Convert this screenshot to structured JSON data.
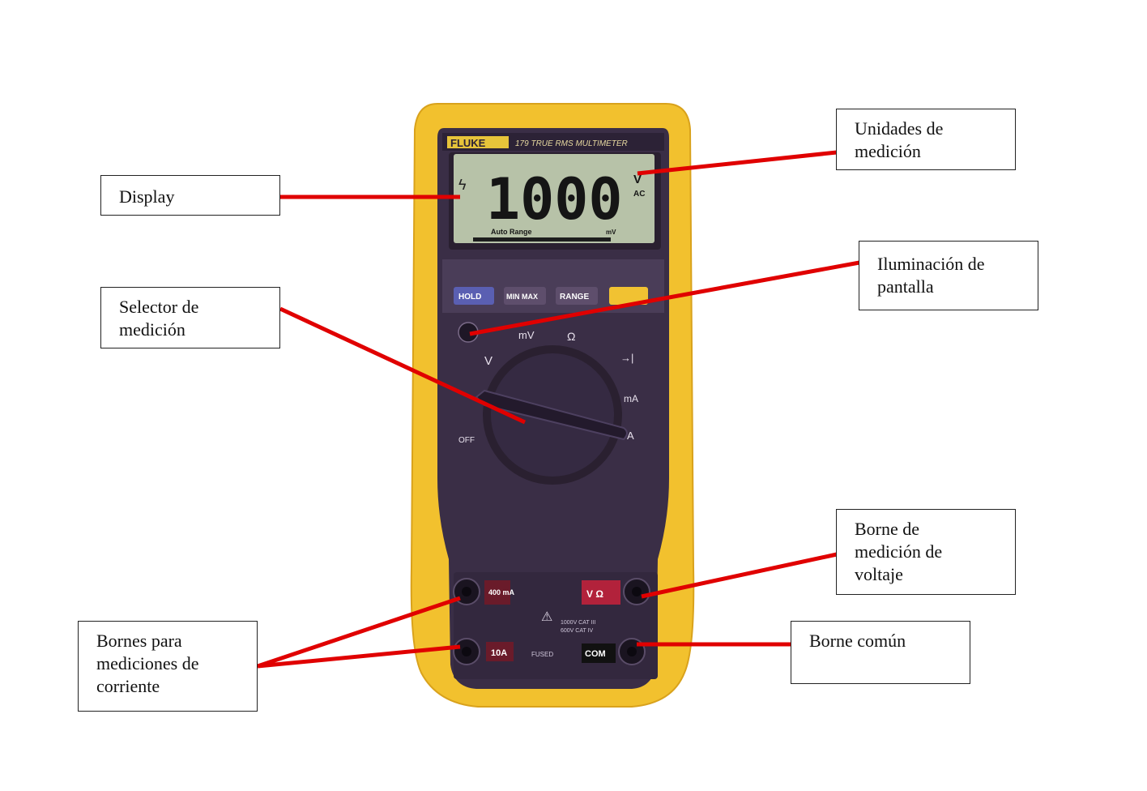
{
  "meter": {
    "brand": "FLUKE",
    "model_strip": "179 TRUE RMS MULTIMETER",
    "display_value": "1000",
    "display_unit_v": "V",
    "display_unit_ac": "AC",
    "display_status": "Auto Range",
    "display_corner": "mV",
    "buttons": [
      "HOLD",
      "MIN MAX",
      "RANGE"
    ],
    "dial_off": "OFF",
    "terminal_a_label": "400 mA",
    "terminal_10a_label": "10A",
    "terminal_com_label": "COM",
    "terminal_v_label": "V Ω",
    "fused_text": "FUSED",
    "cat_text_1": "1000V CAT III",
    "cat_text_2": "600V CAT IV",
    "colors": {
      "holster": "#f2c12e",
      "body": "#3a2e46",
      "lcd": "#b7c2a8",
      "pointer": "#e00000"
    }
  },
  "labels": {
    "display": [
      "Display"
    ],
    "selector": [
      "Selector de",
      "medición"
    ],
    "current": [
      "Bornes para",
      "mediciones de",
      "corriente"
    ],
    "units": [
      "Unidades de",
      "medición"
    ],
    "backlight": [
      "Iluminación de",
      "pantalla"
    ],
    "voltage": [
      "Borne de",
      "medición de",
      "voltaje"
    ],
    "common": [
      "Borne común"
    ]
  }
}
